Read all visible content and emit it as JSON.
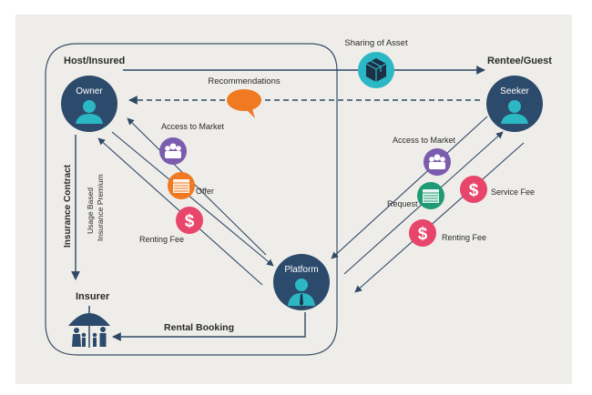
{
  "colors": {
    "navy": "#2c4a6b",
    "line": "#2f4865",
    "teal": "#2bb8c4",
    "purple": "#7c5cae",
    "orange": "#f07a22",
    "green": "#1f9a74",
    "pink": "#e8456b",
    "background": "#eeede9"
  },
  "groups": {
    "host_insured": "Host/Insured",
    "rentee_guest": "Rentee/Guest",
    "insurer": "Insurer"
  },
  "nodes": {
    "owner": "Owner",
    "seeker": "Seeker",
    "platform": "Platform"
  },
  "flows": {
    "sharing_of_asset": "Sharing of Asset",
    "recommendations": "Recommendations",
    "left_access_to_market": "Access to Market",
    "left_offer": "Offer",
    "left_renting_fee": "Renting Fee",
    "right_access_to_market": "Access to Market",
    "right_request": "Request",
    "right_service_fee": "Service Fee",
    "right_renting_fee": "Renting Fee",
    "insurance_contract": "Insurance Contract",
    "usage_based_line1": "Usage Based",
    "usage_based_line2": "Insurance Premium",
    "rental_booking": "Rental Booking"
  },
  "icons": {
    "box": "box-icon",
    "speech": "speech-bubble-icon",
    "group": "group-icon",
    "document": "document-icon",
    "dollar": "dollar-icon",
    "person": "person-icon",
    "umbrella": "umbrella-family-icon"
  }
}
